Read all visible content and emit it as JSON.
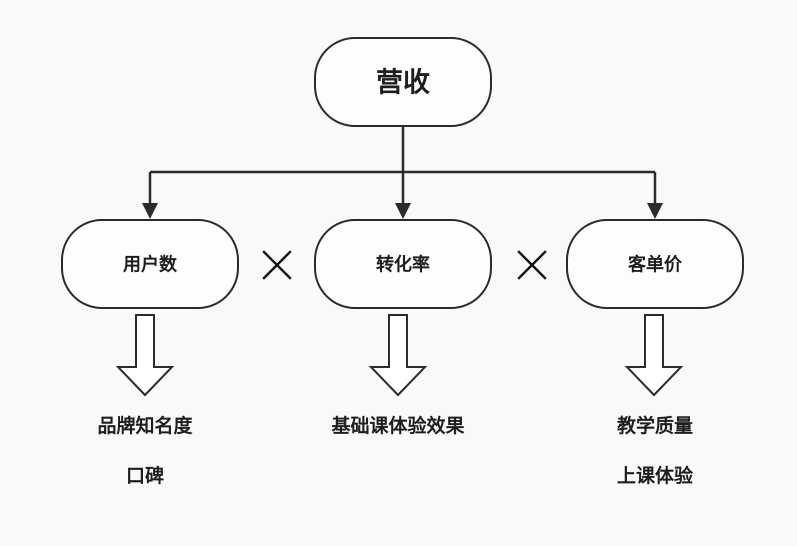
{
  "root": {
    "label": "营收"
  },
  "operator": "×",
  "children": [
    {
      "label": "用户数",
      "factors": [
        "品牌知名度",
        "口碑"
      ]
    },
    {
      "label": "转化率",
      "factors": [
        "基础课体验效果"
      ]
    },
    {
      "label": "客单价",
      "factors": [
        "教学质量",
        "上课体验"
      ]
    }
  ],
  "colors": {
    "stroke": "#2b2b2b",
    "node_fill": "#fdfdfd",
    "background": "#f9f9f9"
  }
}
